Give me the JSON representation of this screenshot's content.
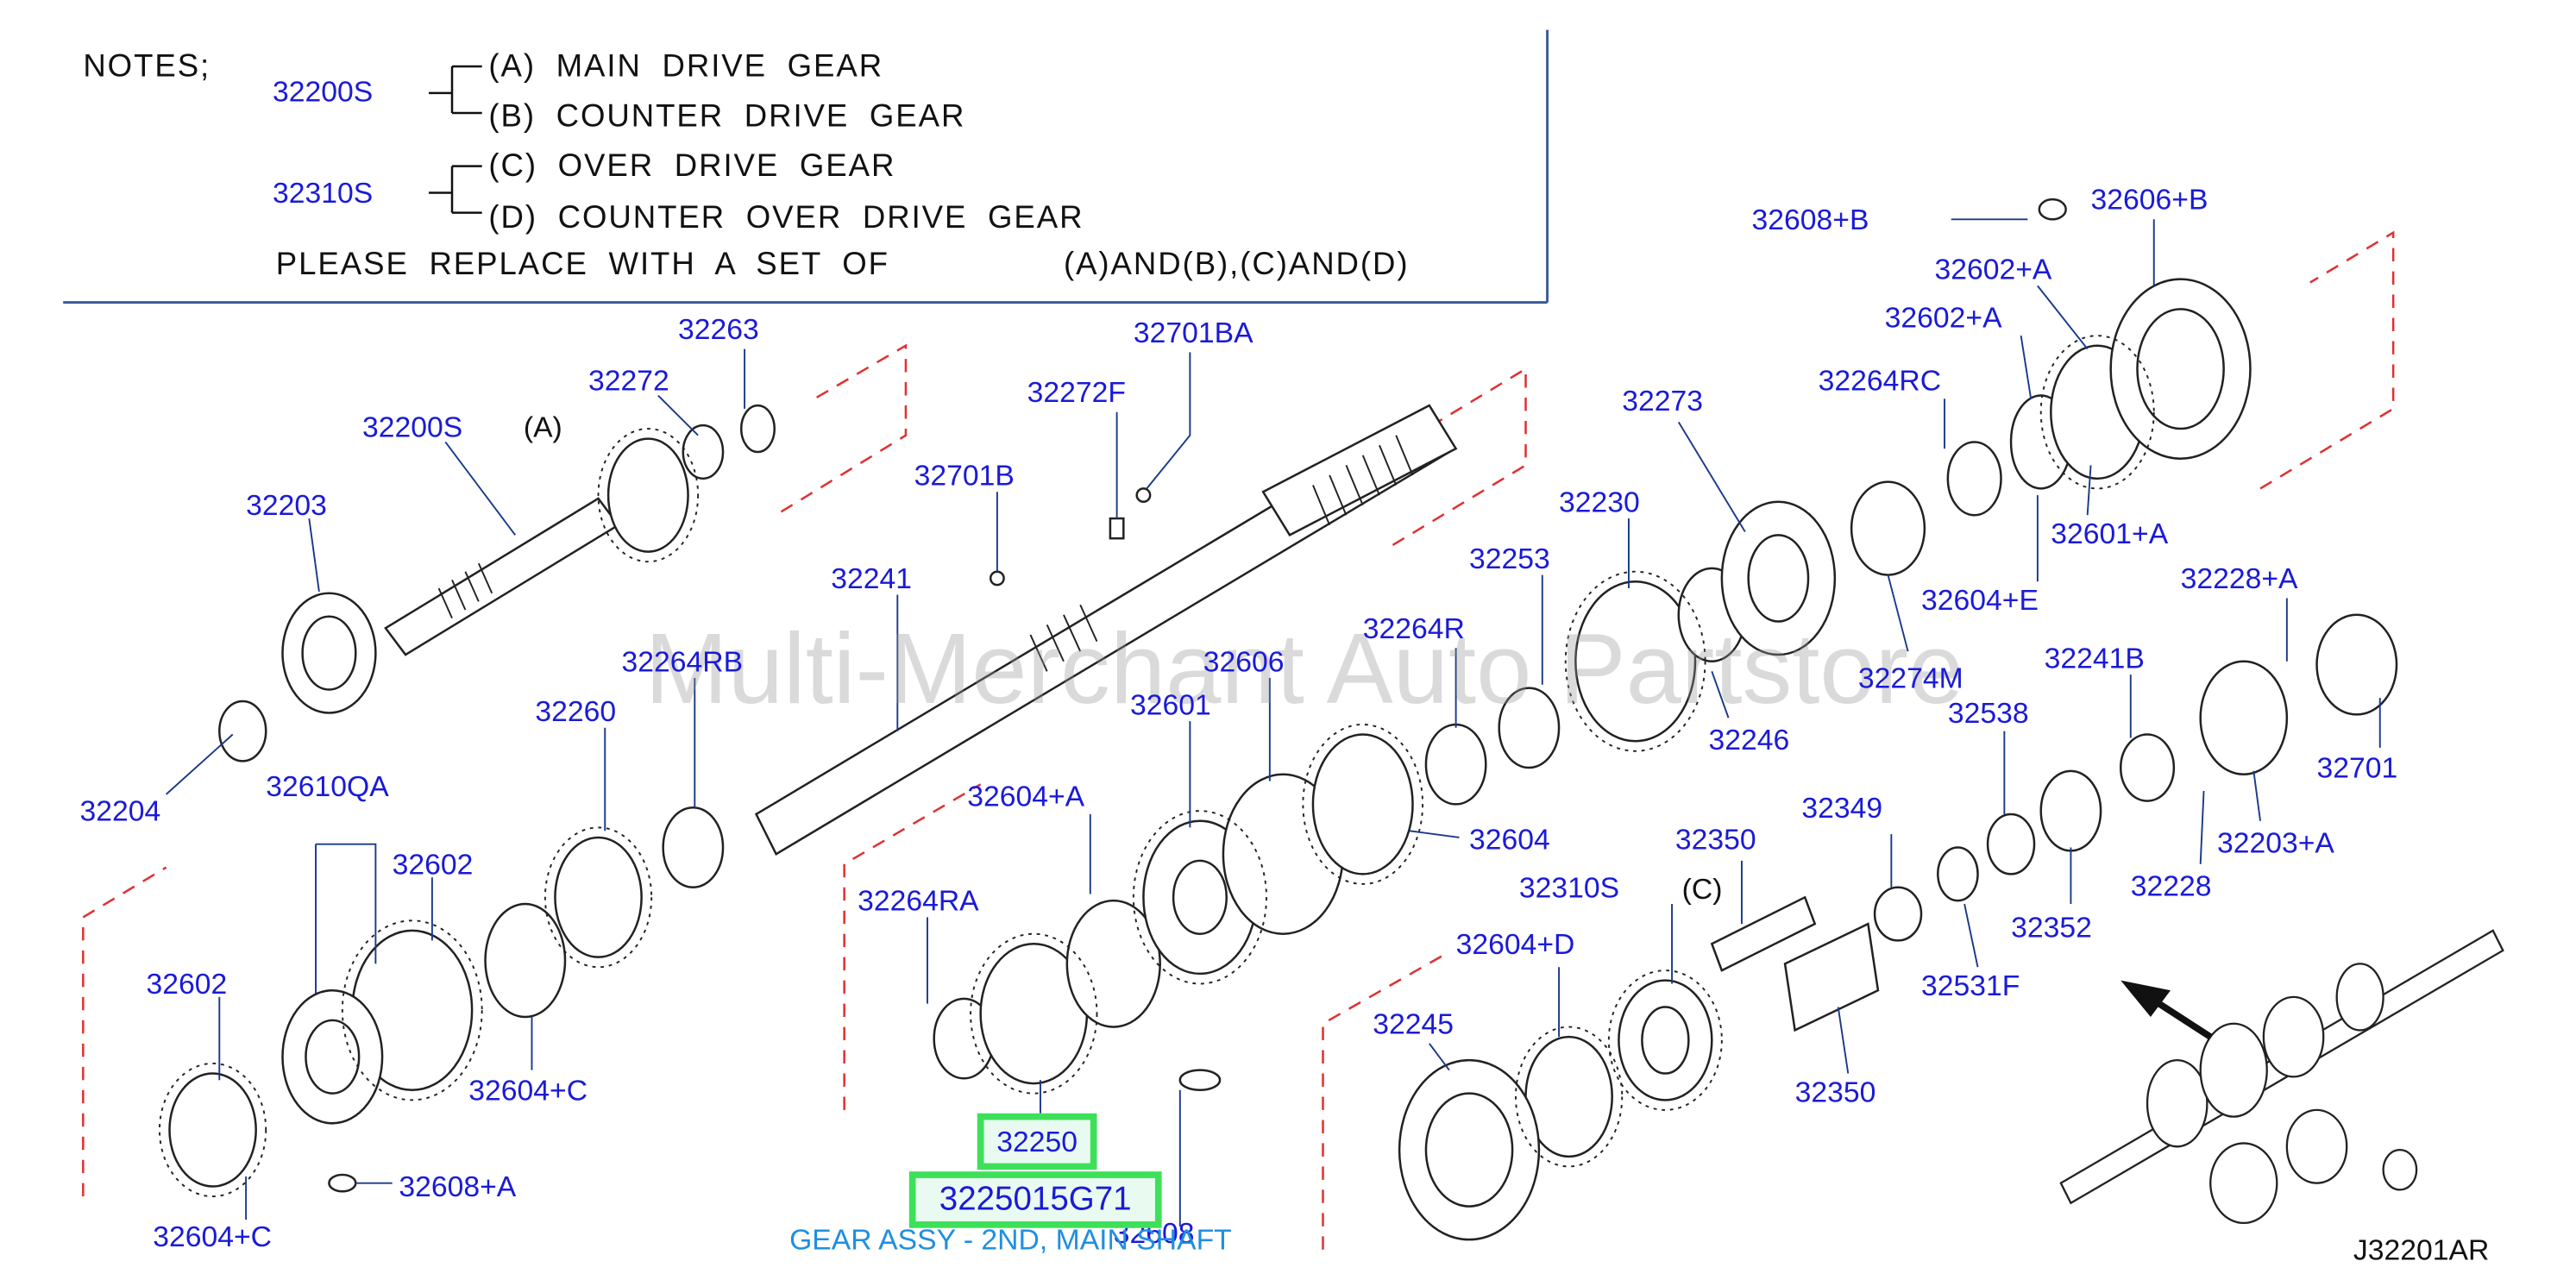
{
  "notes": {
    "heading": "NOTES;",
    "group1_part": "32200S",
    "group1_a": "(A)  MAIN  DRIVE  GEAR",
    "group1_b": "(B)  COUNTER  DRIVE  GEAR",
    "group2_part": "32310S",
    "group2_c": "(C)  OVER  DRIVE  GEAR",
    "group2_d": "(D)  COUNTER  OVER  DRIVE  GEAR",
    "replace_text": "PLEASE  REPLACE  WITH  A  SET  OF",
    "replace_sets": "(A)AND(B),(C)AND(D)"
  },
  "watermark": "Multi-Merchant Auto Partstore",
  "drawing_code": "J32201AR",
  "letter_marks": {
    "a": "(A)",
    "c": "(C)"
  },
  "highlight": {
    "part": "32250",
    "oem": "3225015G71",
    "description": "GEAR ASSY - 2ND, MAIN SHAFT"
  },
  "colors": {
    "part_label": "#1a1ad8",
    "highlight_border": "#3ee05a",
    "description": "#1f8fe0",
    "cut_line": "#e03030"
  },
  "callouts": {
    "p32263": "32263",
    "p32272": "32272",
    "p32200S": "32200S",
    "p32203": "32203",
    "p32204": "32204",
    "p32272F": "32272F",
    "p32701BA": "32701BA",
    "p32701B": "32701B",
    "p32241": "32241",
    "p32264RB": "32264RB",
    "p32260": "32260",
    "p32610QA": "32610QA",
    "p32602a": "32602",
    "p32602b": "32602",
    "p32604C1": "32604+C",
    "p32604C2": "32604+C",
    "p32608A": "32608+A",
    "p32604A": "32604+A",
    "p32264RA": "32264RA",
    "p32608": "32608",
    "p32601": "32601",
    "p32606": "32606",
    "p32264R": "32264R",
    "p32253": "32253",
    "p32230": "32230",
    "p32273": "32273",
    "p32246": "32246",
    "p32604": "32604",
    "p32274M": "32274M",
    "p32264RC": "32264RC",
    "p32602A1": "32602+A",
    "p32602A2": "32602+A",
    "p32606B": "32606+B",
    "p32608B": "32608+B",
    "p32601A": "32601+A",
    "p32604E": "32604+E",
    "p32228A": "32228+A",
    "p32241B": "32241B",
    "p32538": "32538",
    "p32701": "32701",
    "p32203A": "32203+A",
    "p32228": "32228",
    "p32352": "32352",
    "p32531F": "32531F",
    "p32349": "32349",
    "p32350a": "32350",
    "p32350b": "32350",
    "p32310S": "32310S",
    "p32604D": "32604+D",
    "p32245": "32245"
  }
}
